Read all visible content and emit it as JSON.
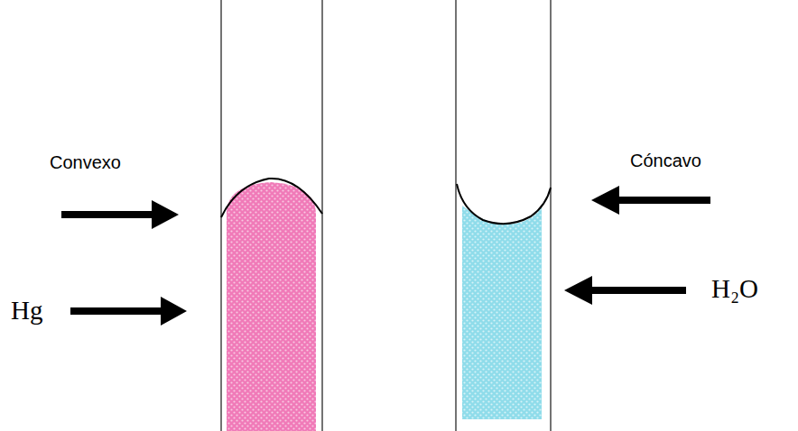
{
  "diagram": {
    "labels": [
      "Convexo",
      "Hg",
      "Cóncavo",
      "H₂O"
    ]
  }
}
